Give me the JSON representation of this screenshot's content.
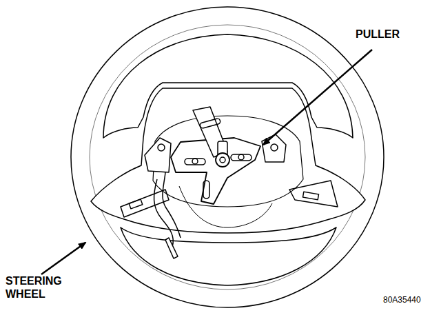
{
  "diagram": {
    "labels": [
      "PULLER",
      "STEERING WHEEL",
      "80A35440"
    ]
  }
}
